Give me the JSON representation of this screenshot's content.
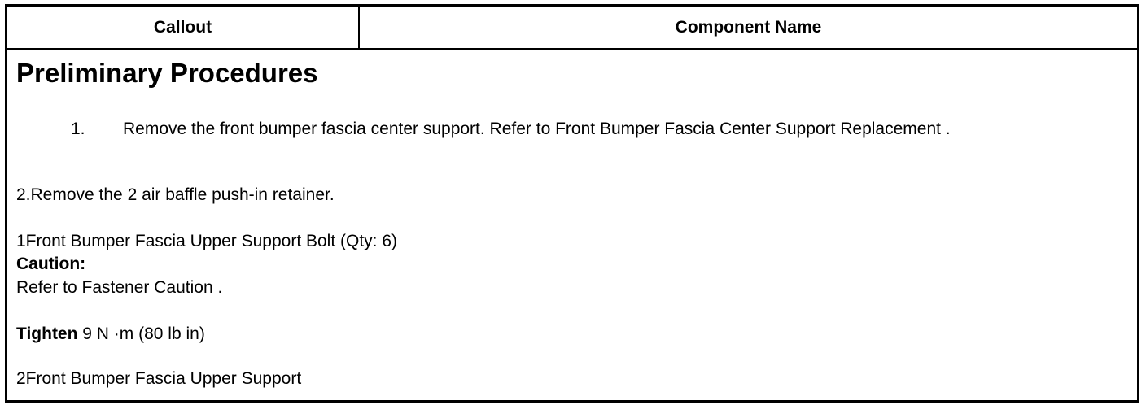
{
  "table": {
    "header_callout": "Callout",
    "header_component": "Component Name"
  },
  "section": {
    "title": "Preliminary Procedures",
    "step1_number": "1.",
    "step1_text": "Remove the front bumper fascia center support. Refer to Front Bumper Fascia Center Support Replacement .",
    "step2_text": "2.Remove the 2 air baffle push-in retainer."
  },
  "items": [
    {
      "label": "1Front Bumper Fascia Upper Support Bolt (Qty: 6)",
      "caution_label": "Caution:",
      "caution_text": "Refer to Fastener Caution .",
      "tighten_label": "Tighten",
      "tighten_value": " 9 N ·m (80 lb in)"
    },
    {
      "label": "2Front Bumper Fascia Upper Support"
    }
  ]
}
